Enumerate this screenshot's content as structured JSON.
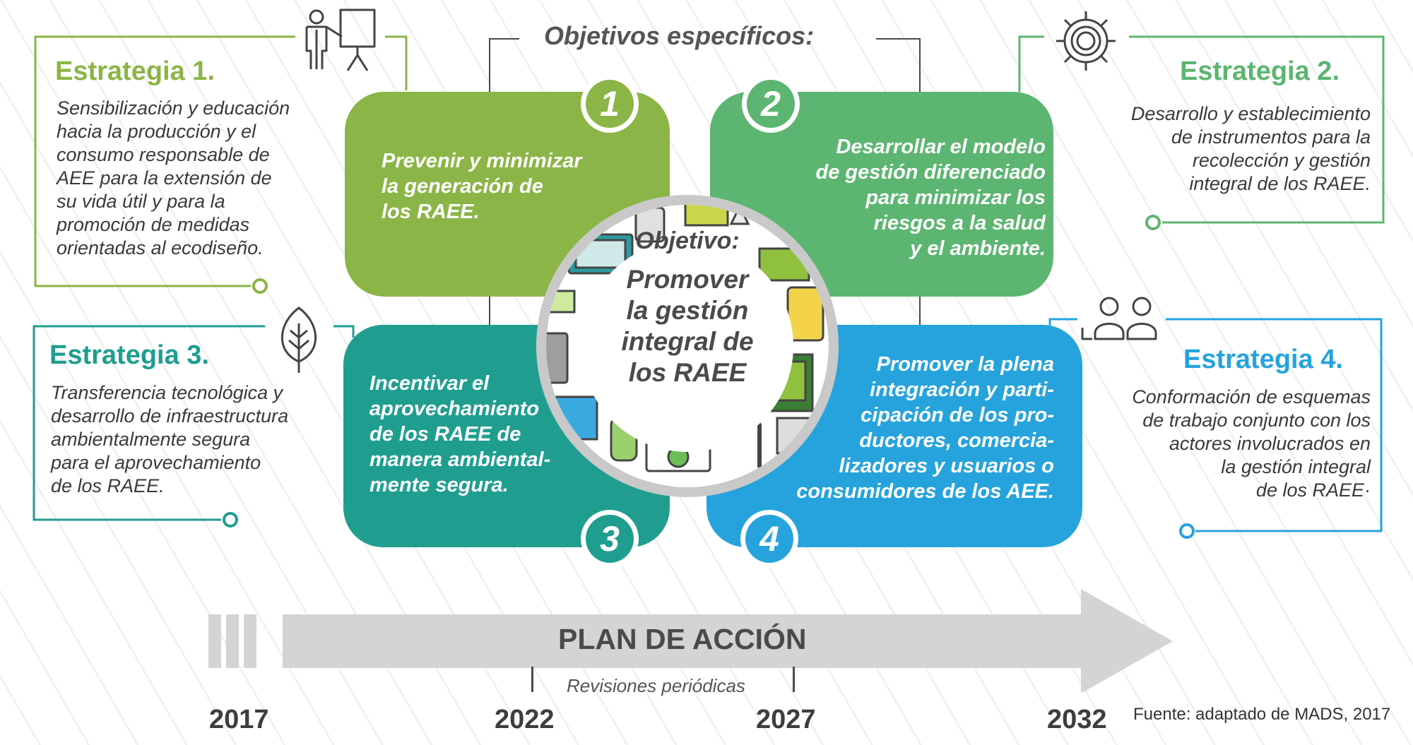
{
  "header": {
    "title": "Objetivos específicos:"
  },
  "center": {
    "label": "Objetivo:",
    "text": "Promover\nla gestión\nintegral de\nlos RAEE"
  },
  "objectives": [
    {
      "number": "1",
      "text": "Prevenir y minimizar\nla generación de\nlos RAEE.",
      "color": "#8bb546"
    },
    {
      "number": "2",
      "text": "Desarrollar el modelo\nde gestión diferenciado\npara minimizar los\nriesgos a la salud\ny el ambiente.",
      "color": "#5cb570"
    },
    {
      "number": "3",
      "text": "Incentivar el\naprovechamiento\nde los RAEE de\nmanera ambiental-\nmente segura.",
      "color": "#1f9e8f"
    },
    {
      "number": "4",
      "text": "Promover la plena\nintegración y parti-\ncipación de los pro-\nductores, comercia-\nlizadores y usuarios o\nconsumidores de los AEE.",
      "color": "#26a3dc"
    }
  ],
  "strategies": [
    {
      "title": "Estrategia 1.",
      "text": "Sensibilización y educación\nhacia la producción y el\nconsumo responsable de\nAEE para la extensión de\nsu vida útil y para la\npromoción de medidas\norientadas al ecodiseño.",
      "color": "#8bb546",
      "icon": "presenter-icon"
    },
    {
      "title": "Estrategia 2.",
      "text": "Desarrollo y establecimiento\nde instrumentos para la\nrecolección y gestión\nintegral de los RAEE.",
      "color": "#5cb570",
      "icon": "gear-icon"
    },
    {
      "title": "Estrategia 3.",
      "text": "Transferencia tecnológica y\ndesarrollo de infraestructura\nambientalmente segura\npara el aprovechamiento\nde los RAEE.",
      "color": "#1f9e8f",
      "icon": "leaf-icon"
    },
    {
      "title": "Estrategia 4.",
      "text": "Conformación de esquemas\nde trabajo conjunto con los\nactores involucrados en\nla gestión integral\nde los RAEE·",
      "color": "#26a3dc",
      "icon": "people-icon"
    }
  ],
  "timeline": {
    "label": "PLAN DE ACCIÓN",
    "sublabel": "Revisiones periódicas",
    "years": [
      "2017",
      "2022",
      "2027",
      "2032"
    ]
  },
  "source": "Fuente: adaptado de MADS, 2017"
}
